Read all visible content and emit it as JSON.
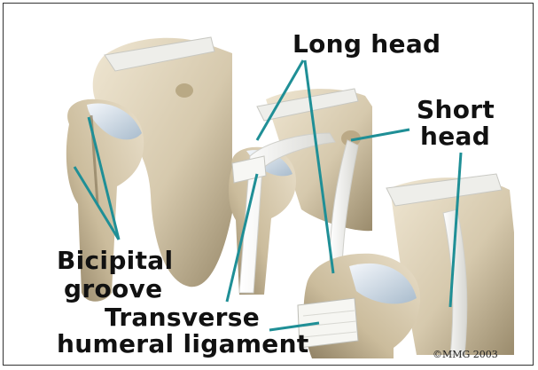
{
  "labels": {
    "long_head": "Long head",
    "short_head_line1": "Short",
    "short_head_line2": "head",
    "bicipital_line1": "Bicipital",
    "bicipital_line2": "groove",
    "transverse_line1": "Transverse",
    "transverse_line2": "humeral ligament"
  },
  "copyright": "©MMG 2003",
  "colors": {
    "leader_line": "#1f8f96",
    "bone": "#d9cdb3",
    "bone_shadow": "#a39475",
    "cartilage": "#c9d8e6",
    "tendon": "#f2f2f0"
  }
}
